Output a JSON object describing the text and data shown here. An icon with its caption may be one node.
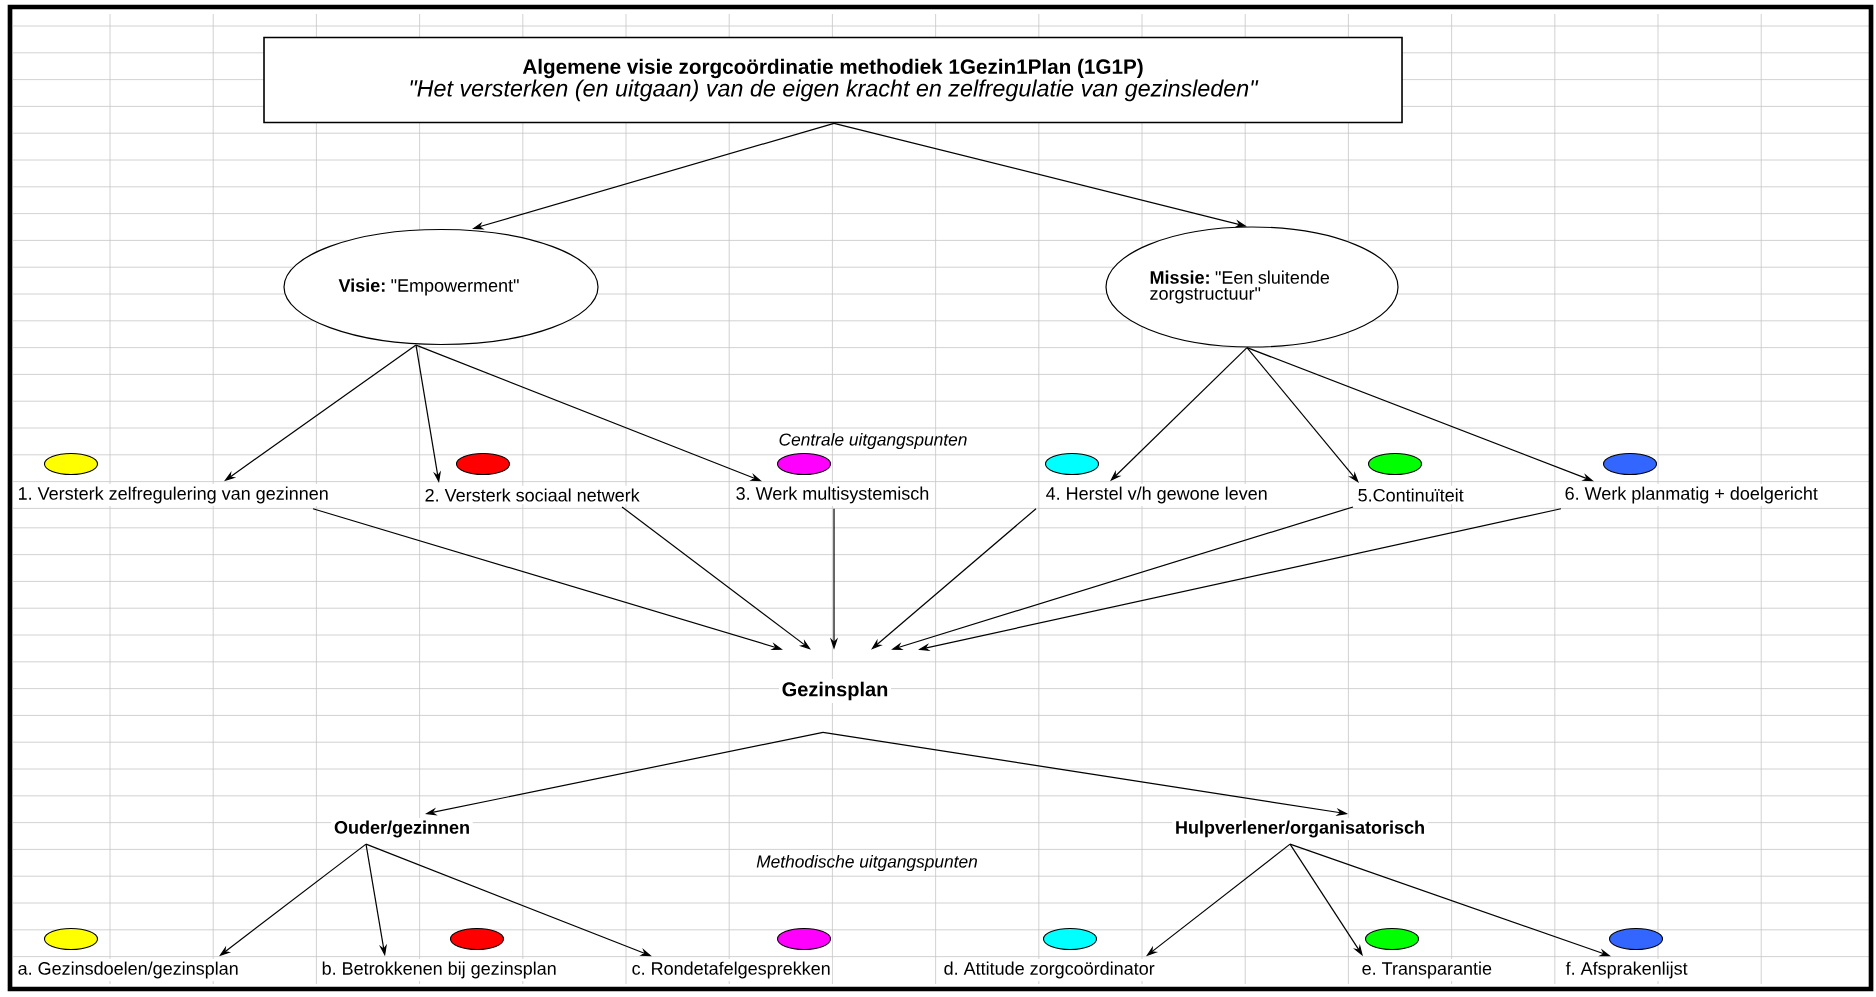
{
  "diagram": {
    "nodes": [
      {
        "text": [
          "Algemene visie zorgcoördinatie methodiek 1Gezin1Plan (1G1P)",
          "\"Het versterken (en uitgaan) van de eigen kracht en zelfregulatie van gezinsleden\""
        ]
      },
      {
        "text": [
          "**Visie:** \"Empowerment\""
        ]
      },
      {
        "text": [
          "**Missie:** \"Een sluitende zorgstructuur\""
        ]
      },
      {
        "text": [
          "1. Versterk zelfregulering van gezinnen"
        ]
      },
      {
        "text": [
          "2. Versterk sociaal netwerk"
        ]
      },
      {
        "text": [
          "3. Werk multisystemisch"
        ]
      },
      {
        "text": [
          "4. Herstel v/h gewone leven"
        ]
      },
      {
        "text": [
          "5.Continuïteit"
        ]
      },
      {
        "text": [
          "6. Werk planmatig + doelgericht"
        ]
      },
      {
        "text": [
          "Gezinsplan"
        ]
      },
      {
        "text": [
          "Ouder/gezinnen"
        ]
      },
      {
        "text": [
          "Hulpverlener/organisatorisch"
        ]
      },
      {
        "text": [
          "a. Gezinsdoelen/gezinsplan"
        ]
      },
      {
        "text": [
          "b. Betrokkenen bij gezinsplan"
        ]
      },
      {
        "text": [
          "c. Rondetafelgesprekken"
        ]
      },
      {
        "text": [
          "d. Attitude zorgcoördinator"
        ]
      },
      {
        "text": [
          "e. Transparantie"
        ]
      },
      {
        "text": [
          "f. Afsprakenlijst"
        ]
      }
    ],
    "edges": [
      {
        "from": 0,
        "to": 1,
        "arrow": "to"
      },
      {
        "from": 0,
        "to": 2,
        "arrow": "to"
      },
      {
        "from": 1,
        "to": 3,
        "arrow": "to"
      },
      {
        "from": 1,
        "to": 4,
        "arrow": "to"
      },
      {
        "from": 1,
        "to": 5,
        "arrow": "to"
      },
      {
        "from": 2,
        "to": 6,
        "arrow": "to"
      },
      {
        "from": 2,
        "to": 7,
        "arrow": "to"
      },
      {
        "from": 2,
        "to": 8,
        "arrow": "to"
      },
      {
        "from": 3,
        "to": 9,
        "arrow": "to"
      },
      {
        "from": 4,
        "to": 9,
        "arrow": "to"
      },
      {
        "from": 5,
        "to": 9,
        "arrow": "to"
      },
      {
        "from": 6,
        "to": 9,
        "arrow": "to"
      },
      {
        "from": 7,
        "to": 9,
        "arrow": "to"
      },
      {
        "from": 8,
        "to": 9,
        "arrow": "to"
      },
      {
        "from": 9,
        "to": 10,
        "arrow": "to"
      },
      {
        "from": 9,
        "to": 11,
        "arrow": "to"
      },
      {
        "from": 10,
        "to": 12,
        "arrow": "to"
      },
      {
        "from": 10,
        "to": 13,
        "arrow": "to"
      },
      {
        "from": 10,
        "to": 14,
        "arrow": "to"
      },
      {
        "from": 11,
        "to": 15,
        "arrow": "to"
      },
      {
        "from": 11,
        "to": 16,
        "arrow": "to"
      },
      {
        "from": 11,
        "to": 17,
        "arrow": "to"
      }
    ],
    "labels": [
      "Centrale uitgangspunten",
      "Methodische uitgangspunten"
    ]
  }
}
